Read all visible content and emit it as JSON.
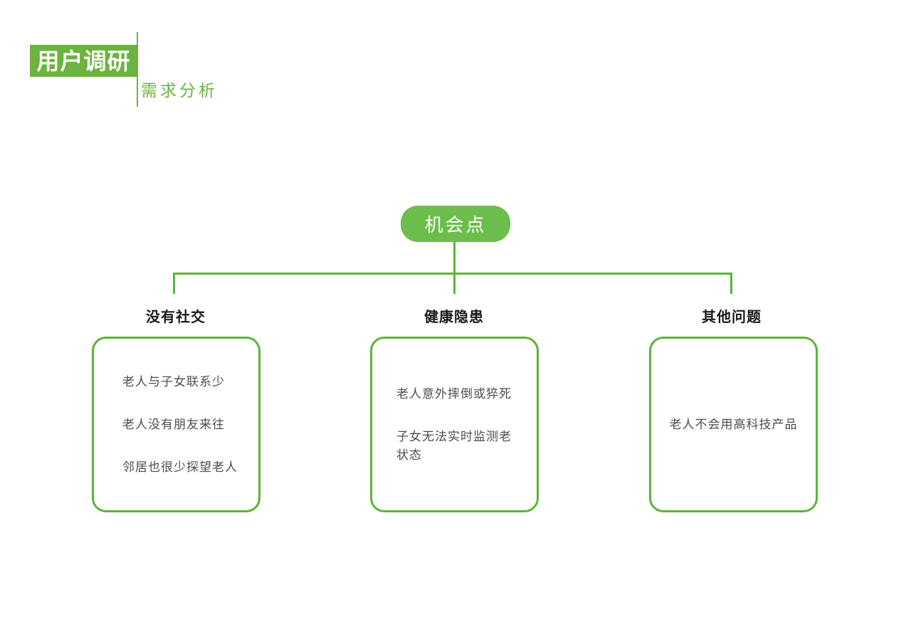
{
  "header": {
    "title": "用户调研",
    "subtitle": "需求分析"
  },
  "diagram": {
    "root": {
      "label": "机会点"
    },
    "branches": [
      {
        "label": "没有社交",
        "items": [
          "老人与子女联系少",
          "老人没有朋友来往",
          "邻居也很少探望老人"
        ]
      },
      {
        "label": "健康隐患",
        "items": [
          "老人意外摔倒或猝死",
          "子女无法实时监测老状态"
        ]
      },
      {
        "label": "其他问题",
        "items": [
          "老人不会用高科技产品"
        ]
      }
    ]
  },
  "colors": {
    "header_green": "#6CB33F",
    "node_green": "#6CBE4C",
    "line_green": "#5DB434",
    "heading_text": "#1A1A1A",
    "body_text": "#4D4D4D",
    "title_text": "#FFFFFF"
  }
}
